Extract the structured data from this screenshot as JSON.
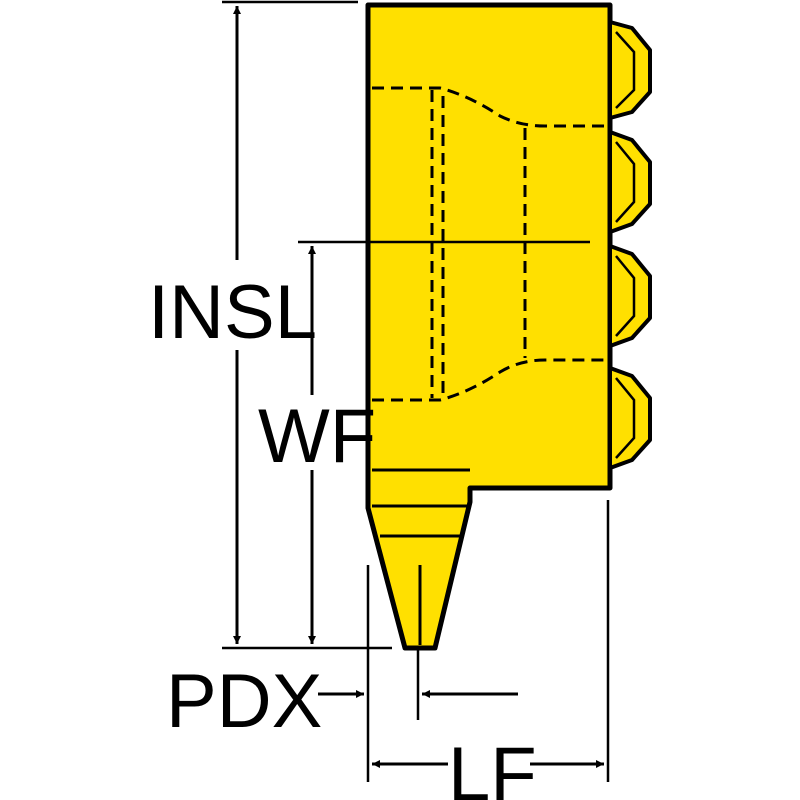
{
  "labels": {
    "insl": "INSL",
    "wf": "WF",
    "pdx": "PDX",
    "lf": "LF"
  },
  "colors": {
    "body_fill": "#FFE000",
    "outline": "#000000",
    "dimension": "#000000",
    "background": "#FFFFFF"
  }
}
